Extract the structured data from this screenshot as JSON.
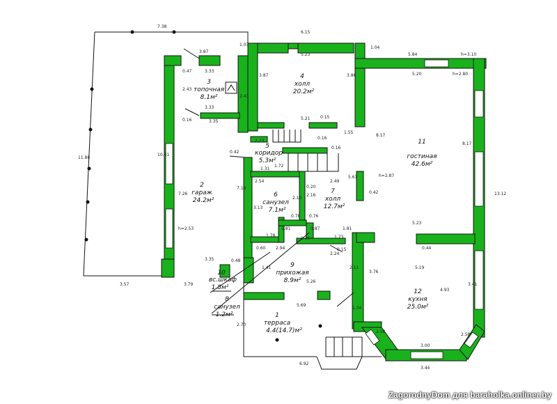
{
  "rooms": [
    {
      "num": "1",
      "name": "терраса",
      "area": "4.4(14.7)м²"
    },
    {
      "num": "2",
      "name": "гараж",
      "area": "24.2м²"
    },
    {
      "num": "3",
      "name": "топочная",
      "area": "8.1м²"
    },
    {
      "num": "4",
      "name": "холл",
      "area": "20.2м²"
    },
    {
      "num": "5",
      "name": "коридор",
      "area": "5.3м²"
    },
    {
      "num": "6",
      "name": "санузел",
      "area": "7.1м²"
    },
    {
      "num": "7",
      "name": "холл",
      "area": "12.7м²"
    },
    {
      "num": "8",
      "name": "санузел",
      "area": "1.2м²"
    },
    {
      "num": "9",
      "name": "прихожая",
      "area": "8.9м²"
    },
    {
      "num": "10",
      "name": "вс.шкаф",
      "area": "1.8м²"
    },
    {
      "num": "11",
      "name": "гостиная",
      "area": "42.6м²"
    },
    {
      "num": "12",
      "name": "кухня",
      "area": "25.0м²"
    }
  ],
  "dimensions": {
    "d738": "7.38",
    "d615": "6.15",
    "d103": "1.03",
    "d104": "1.04",
    "d387": "3.87",
    "d523": "5.23",
    "d584": "5.84",
    "dh310": "h=3.10",
    "d047": "0.47",
    "d333": "3.33",
    "d243": "2.43",
    "d520": "5.20",
    "dh280": "h=2.80",
    "d1188": "11.88",
    "d521": "5.21",
    "d015": "0.15",
    "d016": "0.16",
    "d335": "3.35",
    "d155": "1.55",
    "d817": "8.17",
    "d1081": "10.81",
    "d042": "0.42",
    "d223": "2.23",
    "d131": "1.31",
    "d172": "1.72",
    "d561": "5.61",
    "dh287": "h=2.87",
    "d254": "2.54",
    "d249": "2.49",
    "d020": "0.20",
    "d726": "7.26",
    "d718": "7.18",
    "d1312": "13.12",
    "d216": "2.16",
    "d313": "3.13",
    "d178": "1.78",
    "d076": "0.76",
    "d085": "0.85",
    "d087": "0.87",
    "d181": "1.81",
    "d173": "1.73",
    "dh253": "h=2.53",
    "d136": "1.36",
    "d224": "2.24",
    "d294": "2.94",
    "d044": "0.44",
    "d519": "5.19",
    "d060": "0.60",
    "d141": "1.41",
    "d211": "2.11",
    "d376": "3.76",
    "d493": "4.93",
    "d341": "3.41",
    "d048": "0.48",
    "d357": "3.57",
    "d379": "3.79",
    "d526": "5.26",
    "d569": "5.69",
    "d134": "1.34",
    "d270": "2.70",
    "d258": "2.58",
    "d300": "3.00",
    "d692": "6.92",
    "d344": "3.44"
  },
  "watermark": "ZagorodnyDom для baraholka.onliner.by"
}
